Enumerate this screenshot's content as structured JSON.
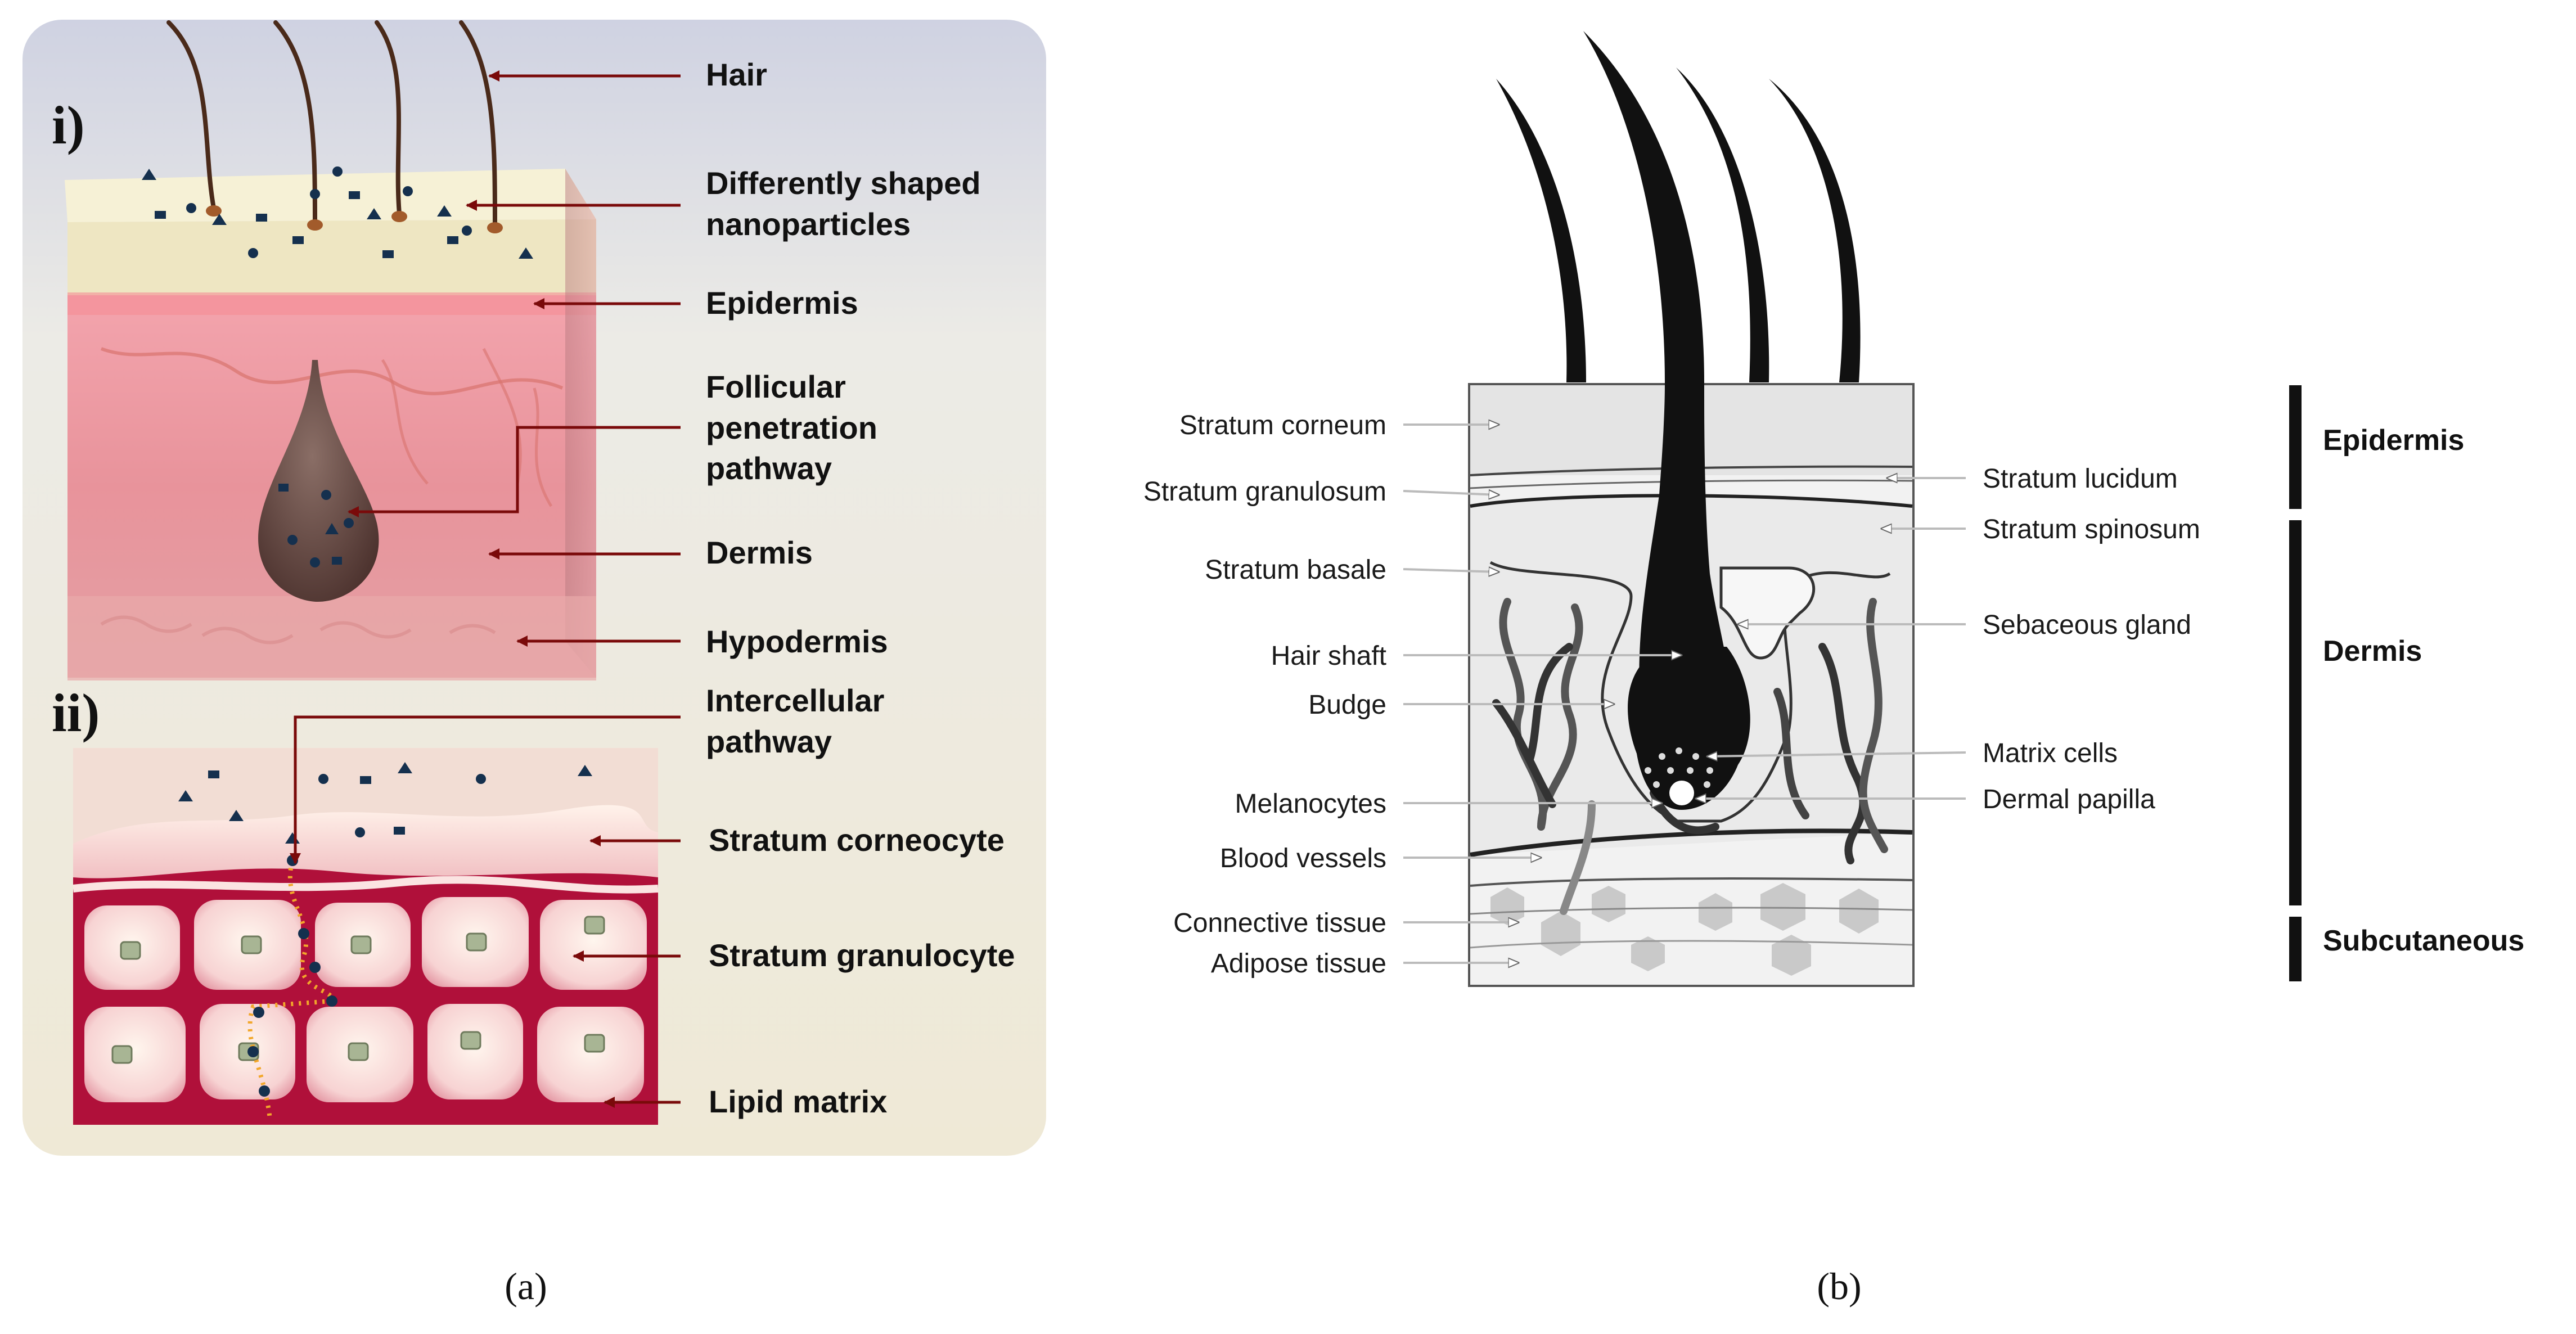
{
  "panel_a": {
    "caption": "(a)",
    "section_i": "i)",
    "section_ii": "ii)",
    "labels": {
      "hair": "Hair",
      "nanoparticles": [
        "Differently shaped",
        "nanoparticles"
      ],
      "epidermis": "Epidermis",
      "follicular": [
        "Follicular",
        "penetration",
        "pathway"
      ],
      "dermis": "Dermis",
      "hypodermis": "Hypodermis",
      "intercellular": [
        "Intercellular",
        "pathway"
      ],
      "stratum_corneocyte": "Stratum corneocyte",
      "stratum_granulocyte": "Stratum granulocyte",
      "lipid_matrix": "Lipid matrix"
    },
    "colors": {
      "arrow": "#7a0a0a",
      "panel_bg": "#efeadb",
      "dermis": "#e58a93",
      "lipid": "#b0103a"
    }
  },
  "panel_b": {
    "caption": "(b)",
    "left_labels": [
      "Stratum corneum",
      "Stratum granulosum",
      "Stratum basale",
      "Hair shaft",
      "Budge",
      "Melanocytes",
      "Blood vessels",
      "Connective tissue",
      "Adipose tissue"
    ],
    "right_labels": [
      "Stratum lucidum",
      "Stratum spinosum",
      "Sebaceous gland",
      "Matrix cells",
      "Dermal papilla"
    ],
    "layers": [
      "Epidermis",
      "Dermis",
      "Subcutaneous"
    ]
  }
}
